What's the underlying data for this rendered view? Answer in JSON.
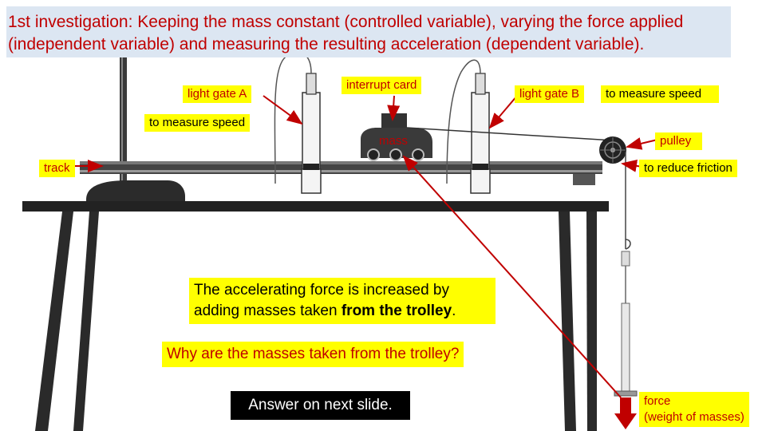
{
  "title": "1st investigation: Keeping the mass constant (controlled variable), varying the force applied (independent variable) and measuring the resulting acceleration (dependent variable).",
  "labels": {
    "light_gate_a": "light gate A",
    "interrupt_card": "interrupt card",
    "light_gate_b": "light gate B",
    "to_measure_speed_right": "to measure speed",
    "to_measure_speed_left": "to measure speed",
    "mass": "mass",
    "pulley": "pulley",
    "track": "track",
    "to_reduce_friction": "to reduce friction",
    "force": "force",
    "weight_of_masses": "(weight of masses)"
  },
  "statement": {
    "part1": "The accelerating force is increased by adding masses taken ",
    "bold": "from the trolley",
    "part2": "."
  },
  "question": "Why are the masses taken from the trolley?",
  "answer": "Answer on next slide.",
  "colors": {
    "title_bg": "#dce6f2",
    "highlight": "#ffff00",
    "red": "#c00000",
    "arrow": "#c00000"
  }
}
